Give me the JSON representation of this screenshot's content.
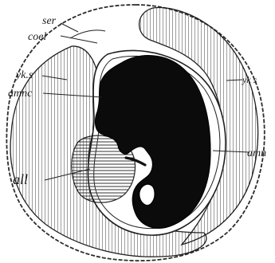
{
  "diagram": {
    "labels": {
      "ser": "ser",
      "coel": "coel",
      "yks_left": "yk.s",
      "amnc": "amnc",
      "yks_right": "yk s",
      "amn": "amn",
      "all": "all"
    }
  }
}
